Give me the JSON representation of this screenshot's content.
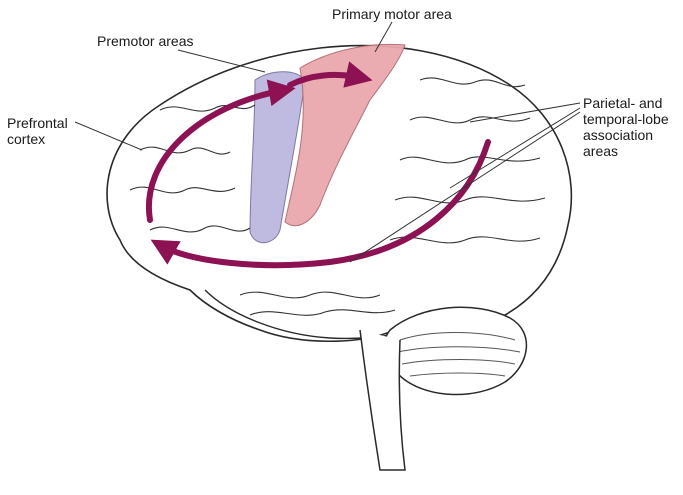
{
  "labels": {
    "prefrontal": [
      "Prefrontal",
      "cortex"
    ],
    "premotor": "Premotor areas",
    "primary_motor": "Primary motor area",
    "association": [
      "Parietal- and",
      "temporal-lobe",
      "association",
      "areas"
    ]
  },
  "colors": {
    "arrow": "#8c1254",
    "premotor_fill": "#b9b3dd",
    "motor_fill": "#e9a7ad",
    "outline": "#2a2a2a",
    "leader": "#333333"
  }
}
